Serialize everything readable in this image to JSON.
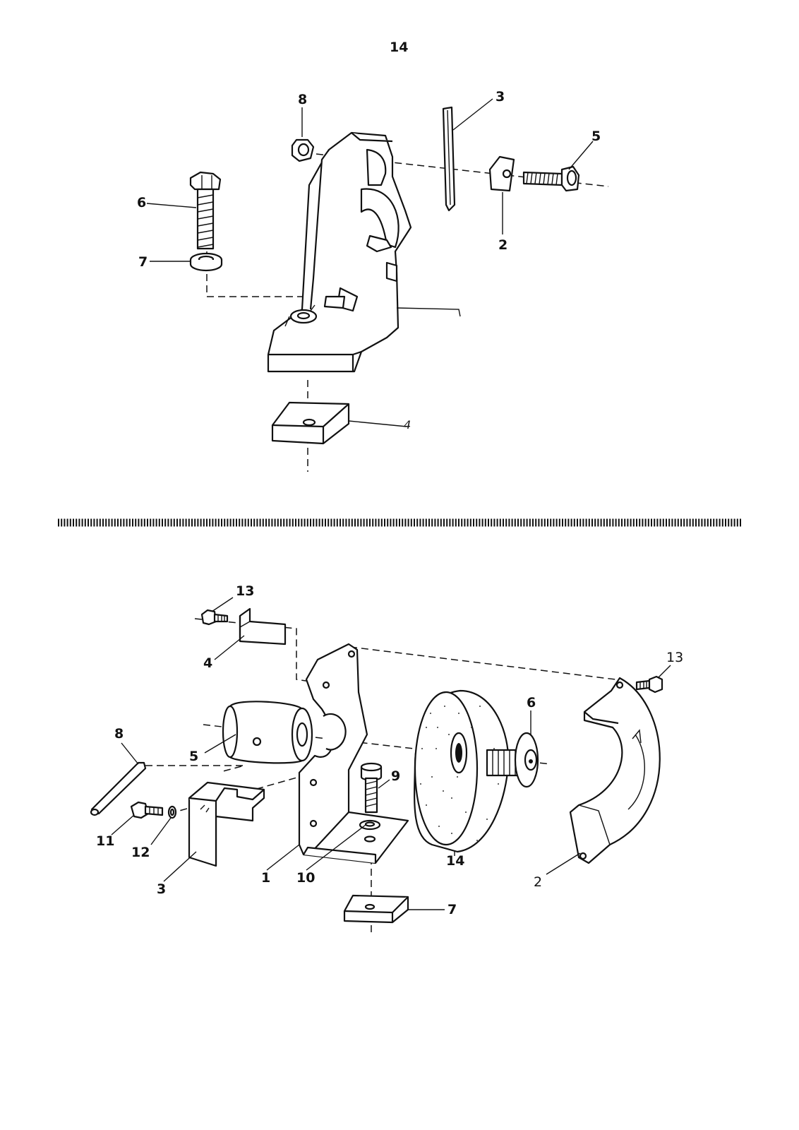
{
  "page_number": "14",
  "top_assembly": {
    "labels": [
      "8",
      "3",
      "5",
      "6",
      "7",
      "2",
      "4"
    ]
  },
  "bottom_assembly": {
    "labels": [
      "13",
      "4",
      "13",
      "6",
      "8",
      "5",
      "9",
      "11",
      "12",
      "14",
      "1",
      "10",
      "3",
      "2",
      "7"
    ]
  }
}
